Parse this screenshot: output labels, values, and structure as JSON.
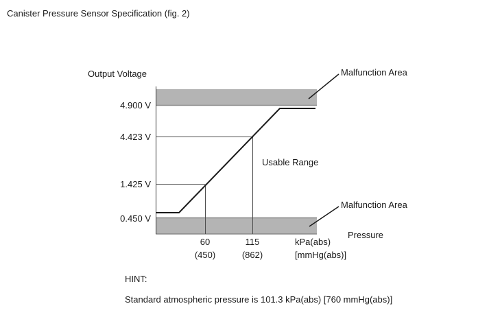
{
  "title": "Canister Pressure Sensor Specification (fig. 2)",
  "chart": {
    "y_axis_title": "Output Voltage",
    "x_axis_title": "Pressure",
    "x_unit_line1": "kPa(abs)",
    "x_unit_line2": "[mmHg(abs)]",
    "malfunction_top_label": "Malfunction Area",
    "malfunction_bottom_label": "Malfunction Area",
    "usable_range_label": "Usable Range",
    "y_ticks": [
      "4.900 V",
      "4.423 V",
      "1.425 V",
      "0.450 V"
    ],
    "x_ticks": [
      {
        "kpa": "60",
        "mmhg": "(450)"
      },
      {
        "kpa": "115",
        "mmhg": "(862)"
      }
    ],
    "band_color": "#b4b4b4",
    "band_edge_color": "#8a8a8a",
    "line_color": "#1a1a1a"
  },
  "hint": {
    "label": "HINT:",
    "text": "Standard atmospheric pressure is 101.3 kPa(abs) [760 mmHg(abs)]"
  },
  "chart_data": {
    "type": "line",
    "title": "Canister Pressure Sensor Specification (fig. 2)",
    "xlabel": "Pressure",
    "x_units": "kPa(abs) [mmHg(abs)]",
    "ylabel": "Output Voltage",
    "x_ticks": [
      {
        "kpa": 60,
        "mmhg": 450
      },
      {
        "kpa": 115,
        "mmhg": 862
      }
    ],
    "y_ticks_volts": [
      4.9,
      4.423,
      1.425,
      0.45
    ],
    "calibration_points": [
      {
        "pressure_kpa": 60,
        "voltage_v": 1.425
      },
      {
        "pressure_kpa": 115,
        "voltage_v": 4.423
      }
    ],
    "curve_shape": "flat near 0.52 V at low pressure, linear between calibration points, flat near 4.85 V at high pressure",
    "clamp_low_v": 0.45,
    "clamp_high_v": 4.9,
    "malfunction_areas": [
      "output above 4.900 V",
      "output below 0.450 V"
    ],
    "usable_range": "output between 0.450 V and 4.900 V",
    "grid": false,
    "legend": false,
    "hint": "Standard atmospheric pressure is 101.3 kPa(abs) [760 mmHg(abs)]"
  }
}
